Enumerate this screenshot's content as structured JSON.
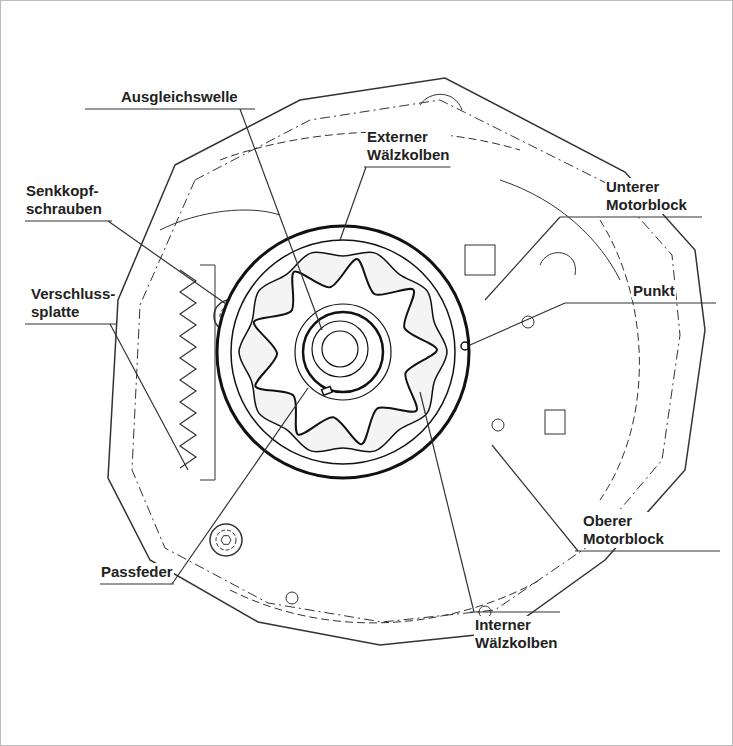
{
  "diagram": {
    "labels": [
      "Ausgleichswelle",
      "Externer Wälzkolben",
      "Unterer Motorblock",
      "Senkkopf- schrauben",
      "Punkt",
      "Verschluss- splatte",
      "Oberer Motorblock",
      "Passfeder",
      "Interner Wälzkolben"
    ]
  }
}
